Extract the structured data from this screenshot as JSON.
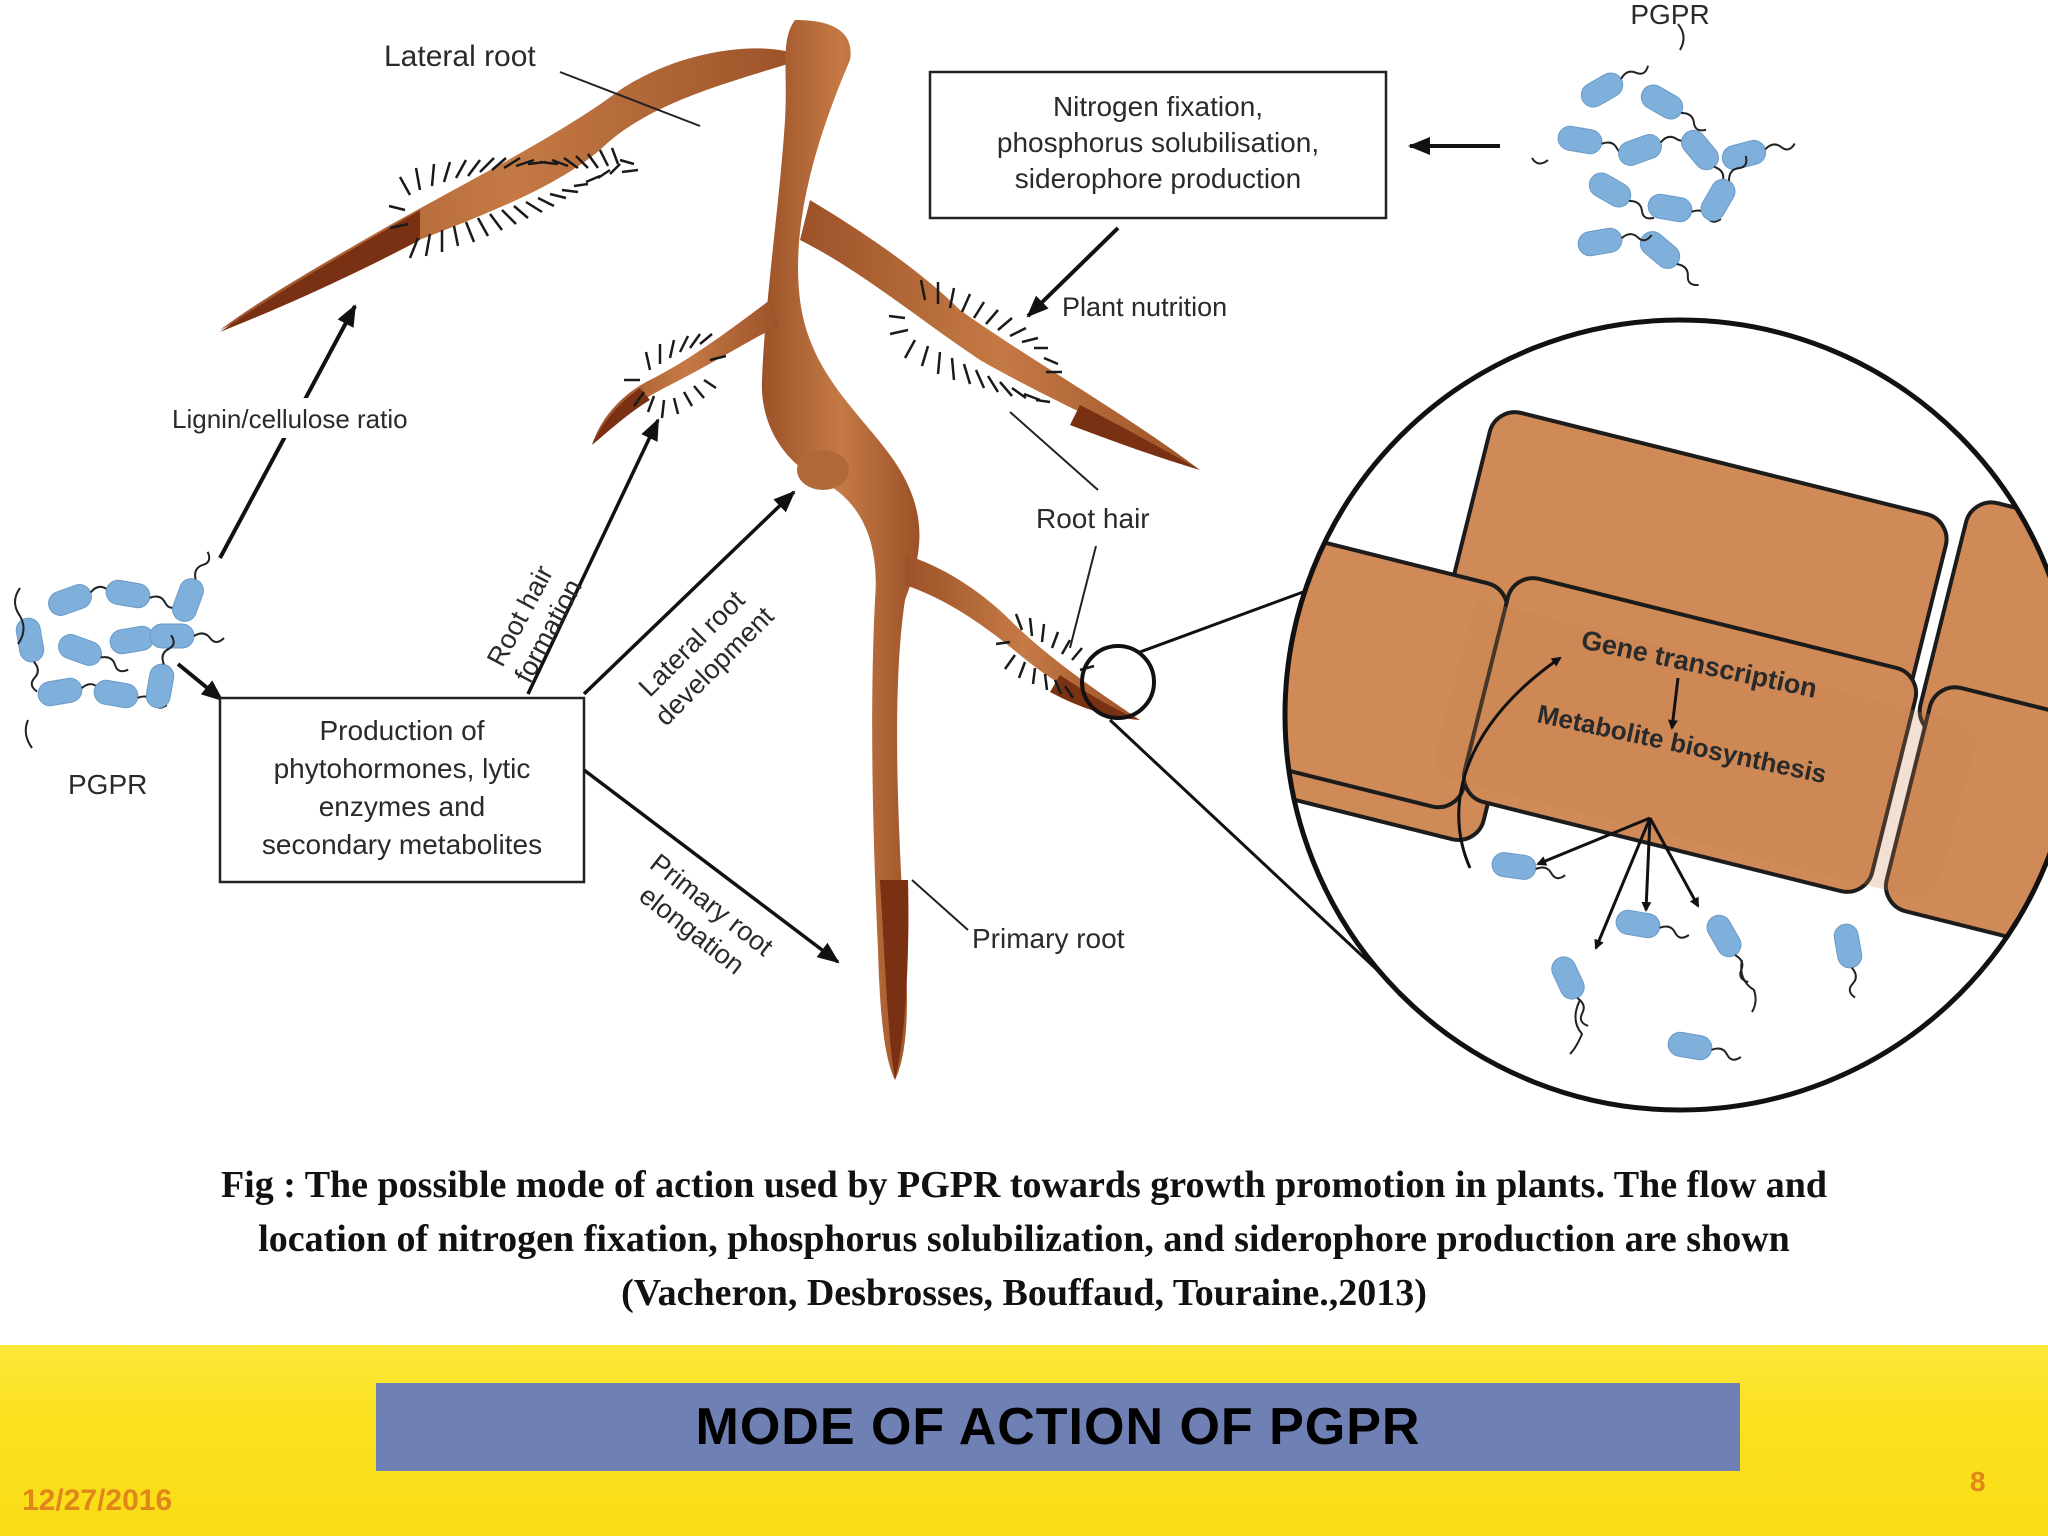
{
  "diagram": {
    "labels": {
      "lateral_root": "Lateral root",
      "pgpr_top": "PGPR",
      "pgpr_left": "PGPR",
      "box_top": [
        "Nitrogen fixation,",
        "phosphorus solubilisation,",
        "siderophore production"
      ],
      "plant_nutrition": "Plant nutrition",
      "lignin": "Lignin/cellulose ratio",
      "root_hair": "Root hair",
      "root_hair_formation": [
        "Root hair",
        "formation"
      ],
      "lateral_root_development": [
        "Lateral root",
        "development"
      ],
      "primary_root_elongation": [
        "Primary root",
        "elongation"
      ],
      "box_left": [
        "Production of",
        "phytohormones, lytic",
        "enzymes and",
        "secondary metabolites"
      ],
      "primary_root": "Primary root",
      "gene_transcription": "Gene transcription",
      "metabolite_biosynthesis": "Metabolite biosynthesis"
    },
    "colors": {
      "root": "#b3683a",
      "root_tip": "#7a3012",
      "cell": "#cf8a57",
      "bacteria": "#7fb0dc",
      "outline": "#1c1c1c"
    }
  },
  "caption": {
    "lines": [
      "Fig : The possible mode of action used by PGPR towards growth promotion in plants. The flow and",
      "location of nitrogen fixation, phosphorus solubilization, and siderophore production are shown",
      "(Vacheron, Desbrosses, Bouffaud, Touraine.,2013)"
    ]
  },
  "footer": {
    "title": "MODE OF ACTION OF PGPR",
    "date": "12/27/2016",
    "page_number": "8"
  }
}
